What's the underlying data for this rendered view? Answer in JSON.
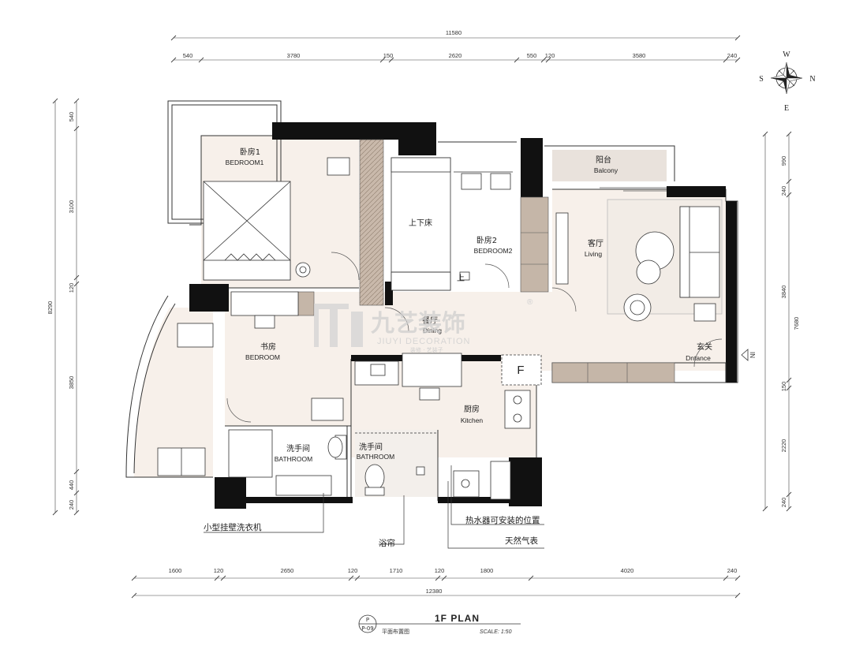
{
  "plan": {
    "title": "1F PLAN",
    "subtitle": "平面布置图",
    "scale": "SCALE: 1:50",
    "badge_top": "P",
    "badge_bottom": "P-09"
  },
  "compass": {
    "north": "N",
    "south": "S",
    "west": "W",
    "east": "E"
  },
  "dimensions": {
    "top_total": "11580",
    "top": [
      "540",
      "3780",
      "150",
      "2620",
      "550",
      "120",
      "3580",
      "240"
    ],
    "bottom_total": "12380",
    "bottom": [
      "1600",
      "120",
      "2650",
      "120",
      "1710",
      "120",
      "1800",
      "4020",
      "240"
    ],
    "left_total": "8290",
    "left": [
      "540",
      "3100",
      "120",
      "3850",
      "440",
      "240"
    ],
    "right_total": "7680",
    "right": [
      "990",
      "240",
      "3840",
      "150",
      "2220",
      "240"
    ]
  },
  "rooms": {
    "bedroom1": {
      "cn": "卧房1",
      "en": "BEDROOM1"
    },
    "bunk": {
      "cn": "上下床"
    },
    "bedroom2": {
      "cn": "卧房2",
      "en": "BEDROOM2"
    },
    "up_mark": "上",
    "balcony": {
      "cn": "阳台",
      "en": "Balcony"
    },
    "living": {
      "cn": "客厅",
      "en": "Living"
    },
    "dining": {
      "cn": "餐厅",
      "en": "Dining"
    },
    "study": {
      "cn": "书房",
      "en": "BEDROOM"
    },
    "entrance": {
      "cn": "玄关",
      "en": "Dntance"
    },
    "kitchen": {
      "cn": "厨房",
      "en": "Kitchen"
    },
    "bath1": {
      "cn": "洗手间",
      "en": "BATHROOM"
    },
    "bath2": {
      "cn": "洗手间",
      "en": "BATHROOM"
    },
    "fridge": "F",
    "entry_mark": "IN"
  },
  "annotations": {
    "washer": "小型挂壁洗衣机",
    "curtain": "浴帘",
    "heater": "热水器可安装的位置",
    "gas": "天然气表"
  },
  "watermark": {
    "cn": "九艺装饰",
    "en": "JIUYI DECORATION",
    "sub": "装修 · 艺装子",
    "mark": "®"
  },
  "colors": {
    "wall": "#111111",
    "floor_beige": "#f6efe8",
    "wood": "#b8a89a",
    "line": "#333333"
  }
}
